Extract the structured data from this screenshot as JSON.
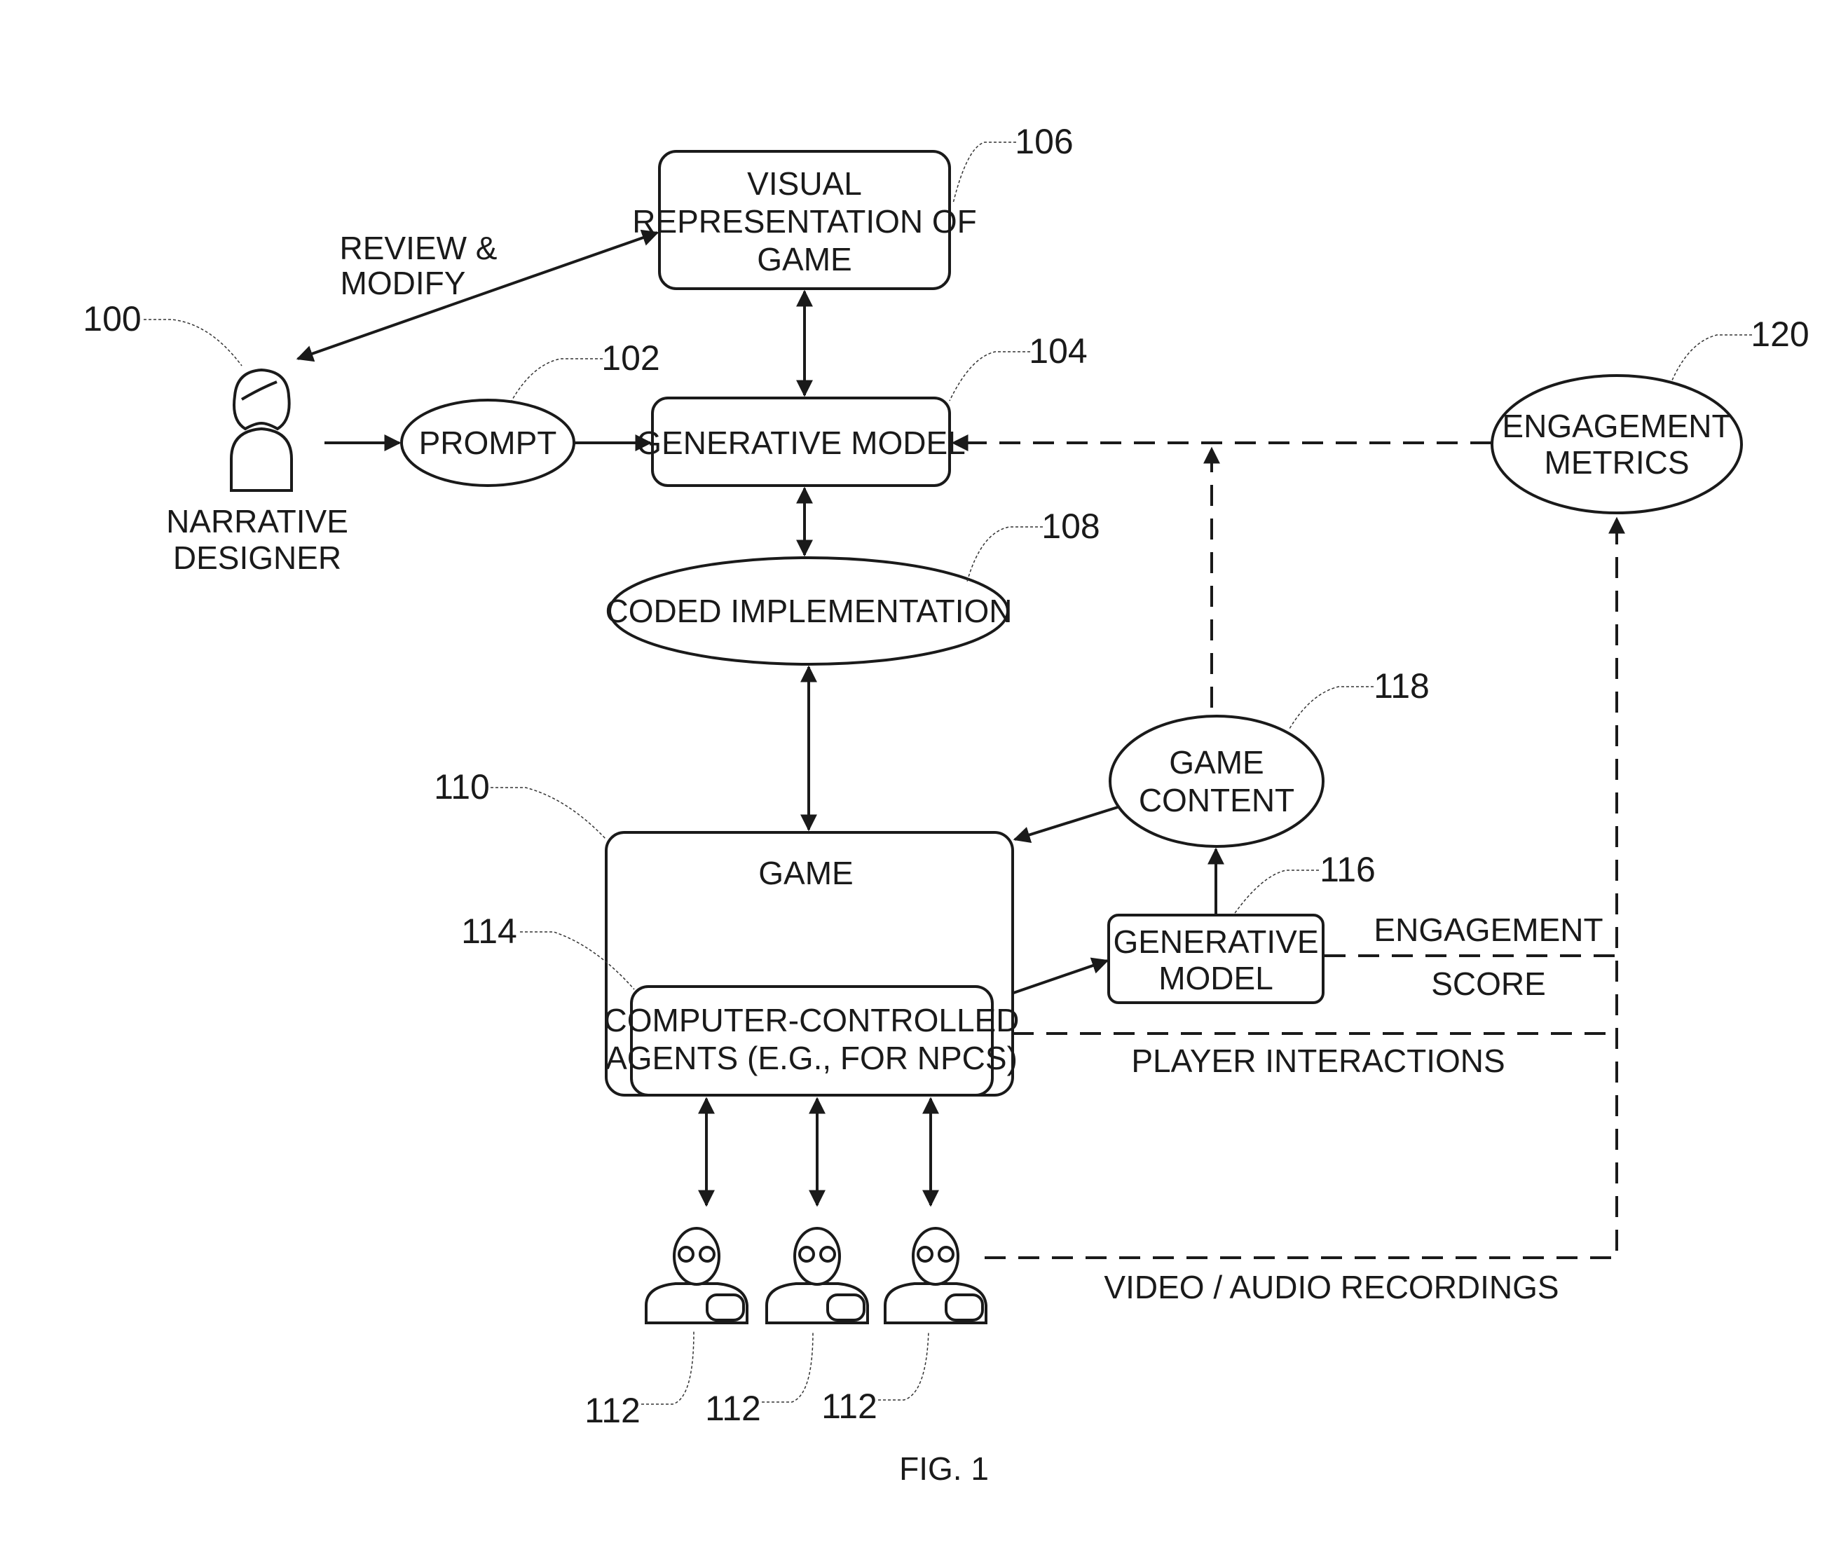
{
  "figure": {
    "caption": "FIG. 1",
    "nodes": {
      "designer": {
        "ref": "100",
        "line1": "NARRATIVE",
        "line2": "DESIGNER",
        "icon": "person-female-icon"
      },
      "prompt": {
        "ref": "102",
        "label": "PROMPT"
      },
      "generative_model": {
        "ref": "104",
        "label": "GENERATIVE MODEL"
      },
      "visual_representation": {
        "ref": "106",
        "line1": "VISUAL",
        "line2": "REPRESENTATION OF",
        "line3": "GAME"
      },
      "coded_implementation": {
        "ref": "108",
        "label": "CODED IMPLEMENTATION"
      },
      "game": {
        "ref": "110",
        "label": "GAME"
      },
      "players": [
        {
          "ref": "112",
          "icon": "gamer-icon"
        },
        {
          "ref": "112",
          "icon": "gamer-icon"
        },
        {
          "ref": "112",
          "icon": "gamer-icon"
        }
      ],
      "agents": {
        "ref": "114",
        "line1": "COMPUTER-CONTROLLED",
        "line2": "AGENTS (E.G., FOR NPCS)"
      },
      "generative_model_2": {
        "ref": "116",
        "line1": "GENERATIVE",
        "line2": "MODEL"
      },
      "game_content": {
        "ref": "118",
        "line1": "GAME",
        "line2": "CONTENT"
      },
      "engagement_metrics": {
        "ref": "120",
        "line1": "ENGAGEMENT",
        "line2": "METRICS"
      }
    },
    "edge_labels": {
      "review_line1": "REVIEW &",
      "review_line2": "MODIFY",
      "engagement_score_line1": "ENGAGEMENT",
      "engagement_score_line2": "SCORE",
      "player_interactions": "PLAYER INTERACTIONS",
      "recordings": "VIDEO / AUDIO RECORDINGS"
    }
  }
}
